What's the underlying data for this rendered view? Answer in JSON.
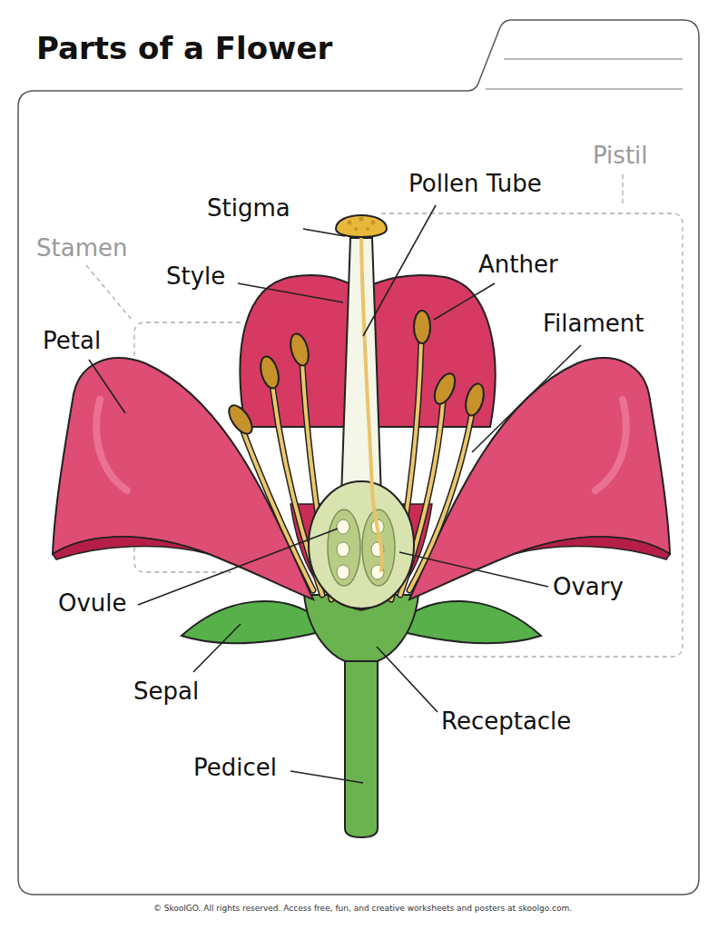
{
  "diagram": {
    "title": "Parts of a Flower",
    "labels": [
      "Pistil",
      "Stigma",
      "Pollen Tube",
      "Stamen",
      "Style",
      "Anther",
      "Petal",
      "Filament",
      "Ovule",
      "Ovary",
      "Sepal",
      "Receptacle",
      "Pedicel",
      "© SkoolGO. All rights reserved. Access free, fun, and creative worksheets and posters at skoolgo.com."
    ]
  }
}
